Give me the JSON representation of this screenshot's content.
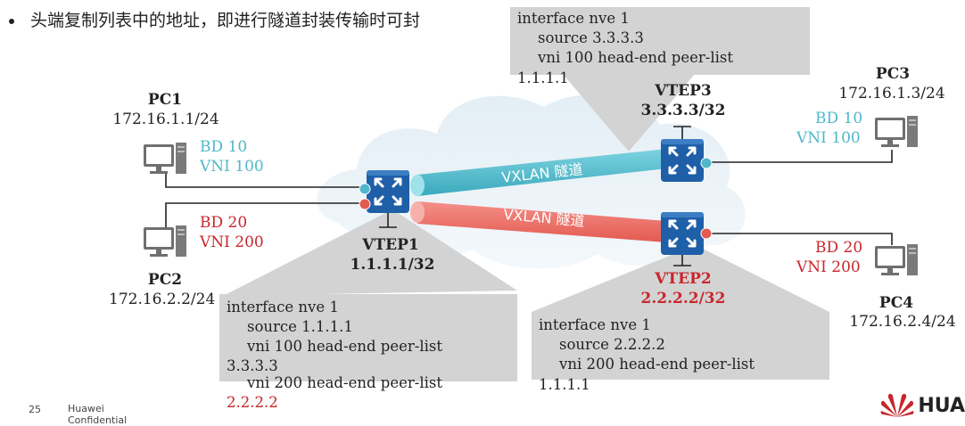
{
  "title": "头端复制列表中的地址，即进行隧道封装传输时可封",
  "pcs": {
    "pc1": {
      "name": "PC1",
      "ip": "172.16.1.1/24"
    },
    "pc2": {
      "name": "PC2",
      "ip": "172.16.2.2/24"
    },
    "pc3": {
      "name": "PC3",
      "ip": "172.16.1.3/24"
    },
    "pc4": {
      "name": "PC4",
      "ip": "172.16.2.4/24"
    }
  },
  "bd_labels": {
    "pc1": {
      "bd": "BD 10",
      "vni": "VNI 100"
    },
    "pc2": {
      "bd": "BD 20",
      "vni": "VNI 200"
    },
    "pc3": {
      "bd": "BD 10",
      "vni": "VNI 100"
    },
    "pc4": {
      "bd": "BD 20",
      "vni": "VNI 200"
    }
  },
  "vteps": {
    "vtep1": {
      "name": "VTEP1",
      "ip": "1.1.1.1/32"
    },
    "vtep2": {
      "name": "VTEP2",
      "ip": "2.2.2.2/32"
    },
    "vtep3": {
      "name": "VTEP3",
      "ip": "3.3.3.3/32"
    }
  },
  "tunnels": {
    "teal": "VXLAN 隧道",
    "red": "VXLAN 隧道"
  },
  "callouts": {
    "vtep3": {
      "line1": "interface nve 1",
      "line2": "source 3.3.3.3",
      "line3": "vni 100 head-end peer-list",
      "line4": "1.1.1.1"
    },
    "vtep1": {
      "line1": "interface nve 1",
      "line2": "source 1.1.1.1",
      "line3": "vni 100 head-end peer-list",
      "line4": "3.3.3.3",
      "line5": "vni 200 head-end peer-list",
      "line6": "2.2.2.2"
    },
    "vtep2": {
      "line1": "interface nve 1",
      "line2": "source 2.2.2.2",
      "line3": "vni 200 head-end peer-list",
      "line4": "1.1.1.1"
    }
  },
  "footer": {
    "page": "25",
    "company": "Huawei",
    "confidential": "Confidential",
    "logo": "HUA"
  },
  "colors": {
    "teal": "#4fb8c9",
    "red": "#c8262c",
    "tunnel_red": "#e8655c",
    "switch_blue": "#1f5fa8",
    "callout_gray": "#d3d3d3"
  }
}
